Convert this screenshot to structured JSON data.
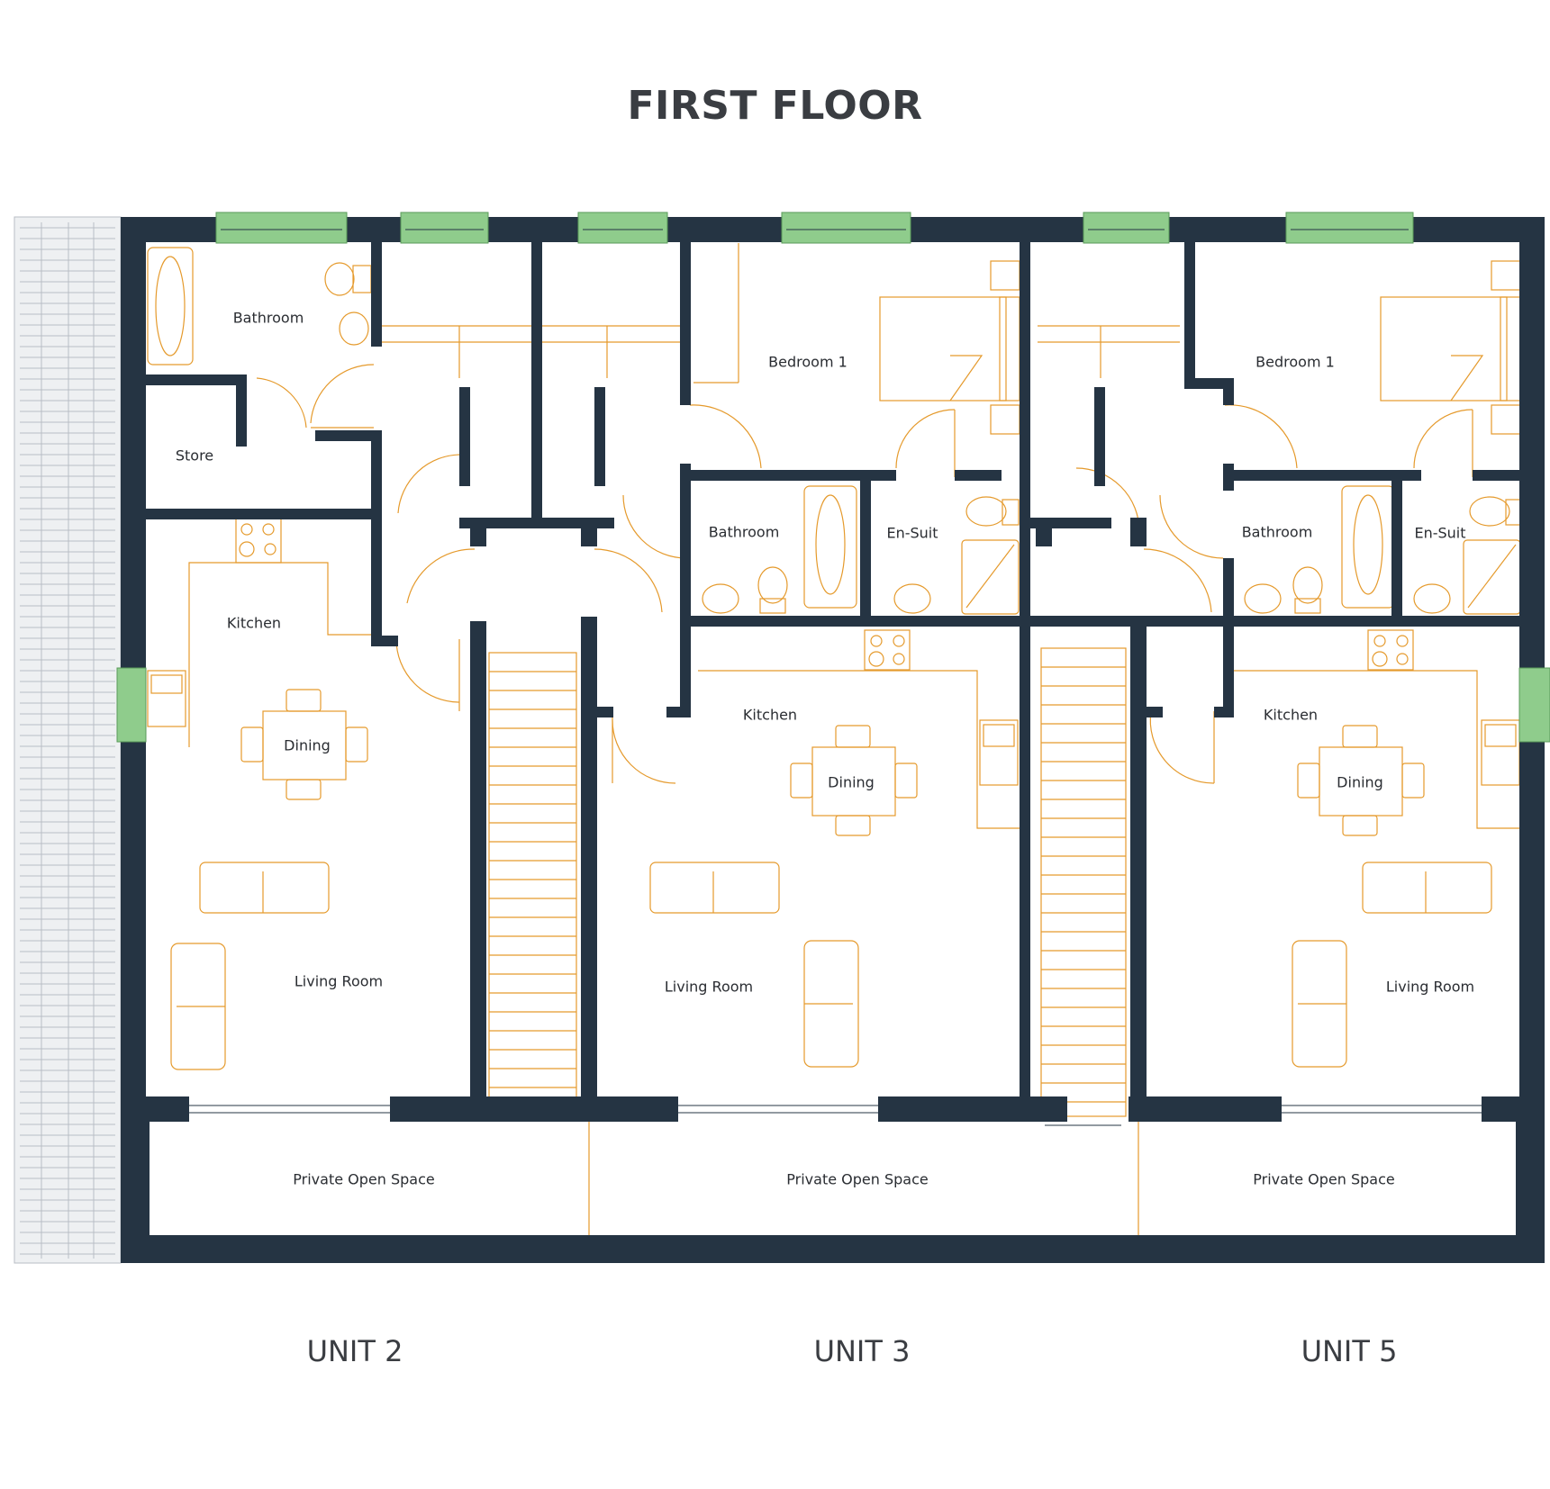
{
  "title": "FIRST FLOOR",
  "colors": {
    "wall": "#253443",
    "furniture": "#e59a2c",
    "window": "#8fcc8c",
    "paving": "#d9dde2"
  },
  "units": [
    {
      "label": "UNIT 2",
      "rooms": {
        "bathroom": "Bathroom",
        "store": "Store",
        "kitchen": "Kitchen",
        "dining": "Dining",
        "living": "Living Room",
        "open_space": "Private Open Space"
      }
    },
    {
      "label": "UNIT 3",
      "rooms": {
        "bedroom": "Bedroom 1",
        "bathroom": "Bathroom",
        "ensuite": "En-Suit",
        "kitchen": "Kitchen",
        "dining": "Dining",
        "living": "Living Room",
        "open_space": "Private Open Space"
      }
    },
    {
      "label": "UNIT 5",
      "rooms": {
        "bedroom": "Bedroom 1",
        "bathroom": "Bathroom",
        "ensuite": "En-Suit",
        "kitchen": "Kitchen",
        "dining": "Dining",
        "living": "Living Room",
        "open_space": "Private Open Space"
      }
    }
  ]
}
